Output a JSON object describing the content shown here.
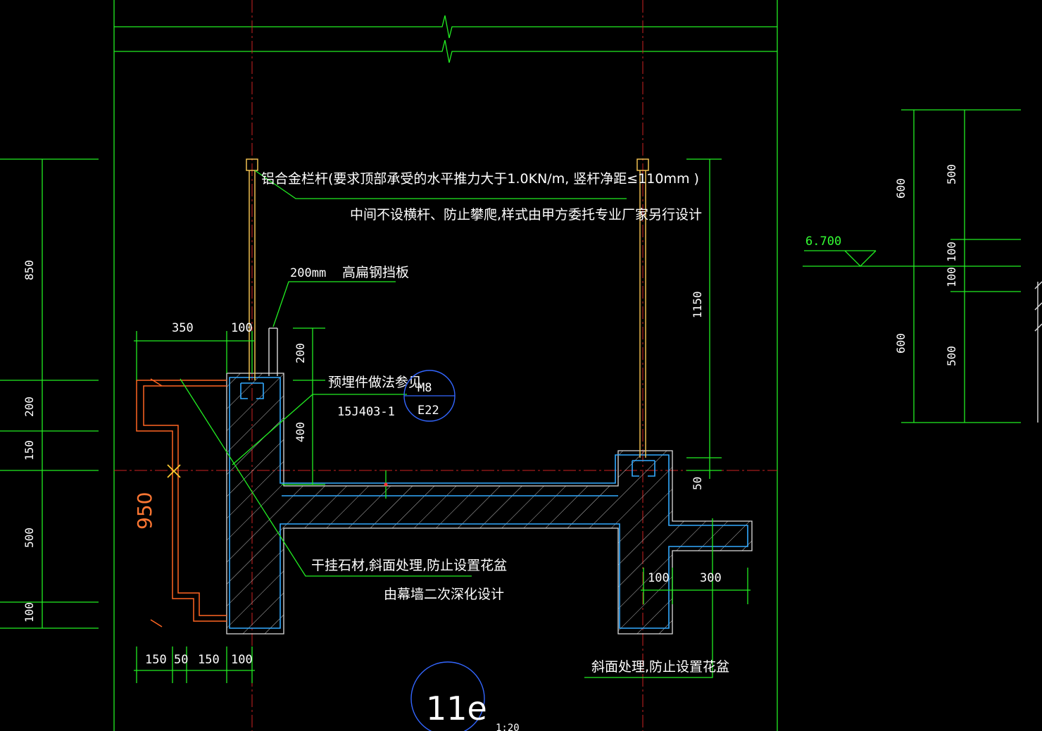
{
  "notes": {
    "railing_line1": "铝合金栏杆(要求顶部承受的水平推力大于1.0KN/m,     竖杆净距≤110mm     )",
    "railing_line2": "中间不设横杆、防止攀爬,样式由甲方委托专业厂家另行设计",
    "steel_plate_size": "200mm",
    "steel_plate_label": "高扁钢挡板",
    "embed_ref": "预埋件做法参见",
    "embed_atlas": "15J403-1",
    "stone_line1": "干挂石材,斜面处理,防止设置花盆",
    "stone_line2": "由幕墙二次深化设计",
    "slope_note": "斜面处理,防止设置花盆"
  },
  "detail_ref": {
    "top": "M8",
    "bottom": "E22"
  },
  "detail": {
    "number": "11e",
    "scale": "1:20"
  },
  "elevation": {
    "value": "6.700"
  },
  "dims": {
    "left_850": "850",
    "left_200": "200",
    "left_150": "150",
    "left_500": "500",
    "left_100": "100",
    "top_350": "350",
    "top_100": "100",
    "curb_200": "200",
    "curb_400": "400",
    "height_1150": "1150",
    "step_50": "50",
    "overall_950": "950",
    "bottom_150a": "150",
    "bottom_50": "50",
    "bottom_150b": "150",
    "bottom_100": "100",
    "ledge_100": "100",
    "ledge_300": "300",
    "right_600a": "600",
    "right_600b": "600",
    "right_500a": "500",
    "right_100a": "100",
    "right_100b": "100",
    "right_500b": "500"
  },
  "colors": {
    "dimension": "#22ee22",
    "concrete_outline": "#33aaff",
    "stone_cladding": "#ff6622",
    "axis": "#cc2222",
    "railing_post": "#ffcc55"
  }
}
